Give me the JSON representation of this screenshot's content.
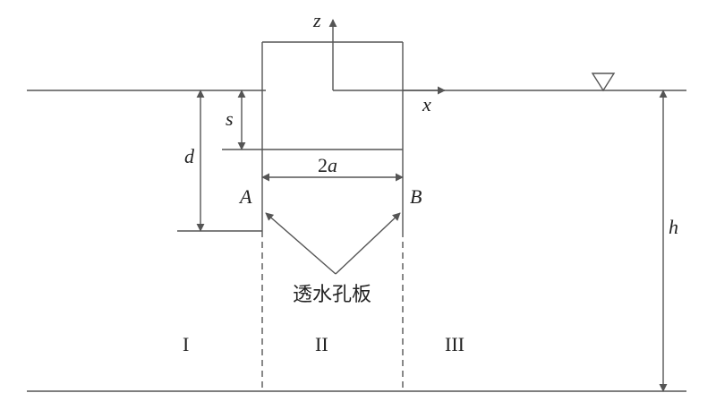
{
  "axes": {
    "z_label": "z",
    "x_label": "x"
  },
  "dimensions": {
    "s_label": "s",
    "d_label": "d",
    "width_label": "2",
    "width_var": "a",
    "h_label": "h"
  },
  "points": {
    "A": "A",
    "B": "B"
  },
  "annotation": {
    "plate_label": "透水孔板"
  },
  "regions": {
    "left": "I",
    "middle": "II",
    "right": "III"
  },
  "colors": {
    "line": "#555555",
    "text": "#222222",
    "background": "#ffffff"
  }
}
